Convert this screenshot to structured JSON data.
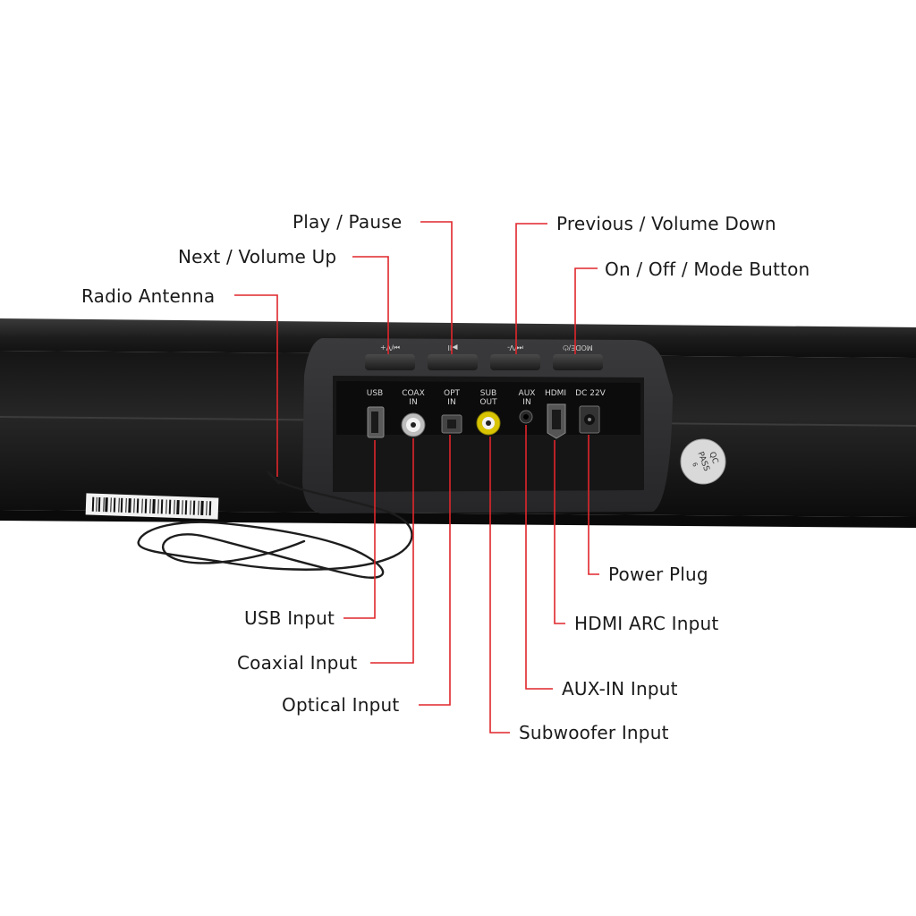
{
  "callouts": {
    "play_pause": "Play / Pause",
    "previous_volume_down": "Previous / Volume Down",
    "next_volume_up": "Next / Volume Up",
    "on_off_mode": "On / Off / Mode Button",
    "radio_antenna": "Radio Antenna",
    "power_plug": "Power Plug",
    "hdmi_arc": "HDMI ARC Input",
    "usb_input": "USB Input",
    "coaxial_input": "Coaxial Input",
    "aux_in_input": "AUX-IN Input",
    "optical_input": "Optical Input",
    "subwoofer_input": "Subwoofer Input"
  },
  "panel_buttons": [
    "⏭/V+",
    "▶II",
    "⏮/V-",
    "MODE/⏻"
  ],
  "ports": {
    "usb": "USB",
    "coax_1": "COAX",
    "coax_2": "IN",
    "opt_1": "OPT",
    "opt_2": "IN",
    "sub_1": "SUB",
    "sub_2": "OUT",
    "aux_1": "AUX",
    "aux_2": "IN",
    "hdmi": "HDMI",
    "dc": "DC 22V"
  },
  "qc_sticker": {
    "line1": "QC",
    "line2": "PASS",
    "line3": "6"
  },
  "colors": {
    "leader_line": "#e0262b",
    "device_body": "#1b1b1b",
    "panel": "#2e2e30"
  }
}
